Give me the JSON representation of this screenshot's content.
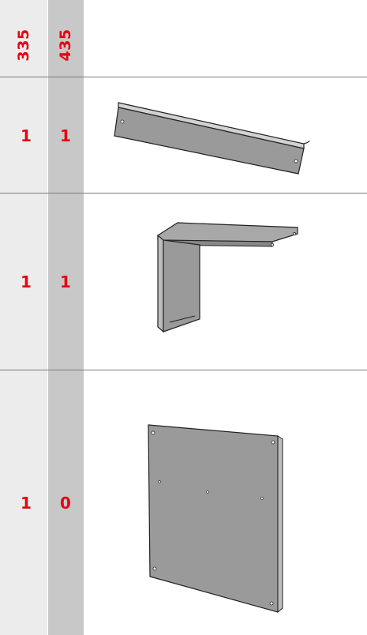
{
  "header": {
    "col1": "335",
    "col2": "435"
  },
  "rows": [
    {
      "qty335": "1",
      "qty435": "1",
      "part": "angled-rail-part"
    },
    {
      "qty335": "1",
      "qty435": "1",
      "part": "l-bracket-part"
    },
    {
      "qty335": "1",
      "qty435": "0",
      "part": "flat-panel-part"
    }
  ],
  "colors": {
    "accent": "#e30613",
    "col1_bg": "#ececec",
    "col2_bg": "#c8c8c8",
    "part_fill": "#9a9a9a"
  }
}
